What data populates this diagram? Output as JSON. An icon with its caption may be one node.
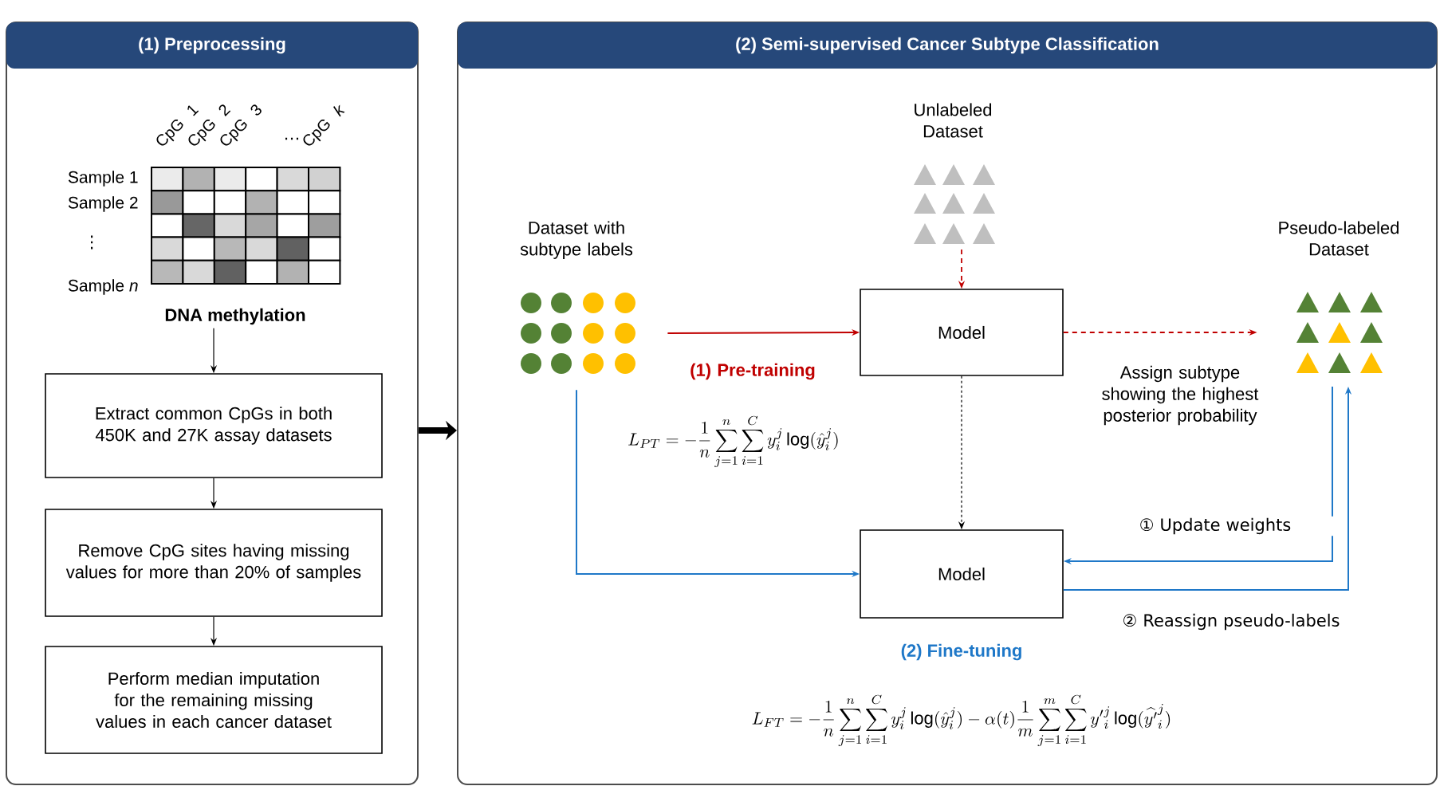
{
  "diagram": {
    "nodes": [
      {
        "text": [
          "(1) Preprocessing"
        ]
      },
      {
        "text": [
          "(2) Semi-supervised Cancer Subtype Classification"
        ]
      },
      {
        "text": [
          "DNA methylation"
        ],
        "in": 0
      },
      {
        "text": [
          "Extract common CpGs in both 450K and 27K assay datasets"
        ],
        "in": 0
      },
      {
        "text": [
          "Remove CpG sites having missing values for more than 20% of samples"
        ],
        "in": 0
      },
      {
        "text": [
          "Perform median imputation for the remaining missing values in each cancer dataset"
        ],
        "in": 0
      },
      {
        "text": [
          "Dataset with subtype labels"
        ],
        "in": 1
      },
      {
        "text": [
          "Unlabeled Dataset"
        ],
        "in": 1
      },
      {
        "text": [
          "Model"
        ],
        "in": 1
      },
      {
        "text": [
          "Pseudo-labeled Dataset"
        ],
        "in": 1
      },
      {
        "text": [
          "Model"
        ],
        "in": 1
      }
    ],
    "edges": [
      {
        "from": 2,
        "to": 3,
        "arrow": "to"
      },
      {
        "from": 3,
        "to": 4,
        "arrow": "to"
      },
      {
        "from": 4,
        "to": 5,
        "arrow": "to"
      },
      {
        "from": 0,
        "to": 1,
        "arrow": "to",
        "style": "thick"
      },
      {
        "from": 6,
        "to": 8,
        "arrow": "to",
        "label": "(1) Pre-training",
        "color": "#c00000"
      },
      {
        "from": 7,
        "to": 8,
        "arrow": "to",
        "style": "dashed",
        "color": "#c00000"
      },
      {
        "from": 8,
        "to": 9,
        "arrow": "to",
        "style": "dashed",
        "label": "Assign subtype showing the highest posterior probability",
        "color": "#c00000"
      },
      {
        "from": 8,
        "to": 10,
        "arrow": "to",
        "style": "dashed"
      },
      {
        "from": 6,
        "to": 10,
        "arrow": "to",
        "color": "#1f78c8"
      },
      {
        "from": 9,
        "to": 10,
        "arrow": "to",
        "label": "① Update weights",
        "color": "#1f78c8"
      },
      {
        "from": 10,
        "to": 9,
        "arrow": "to",
        "label": "② Reassign pseudo-labels",
        "color": "#1f78c8"
      }
    ],
    "labels": [
      "CpG 1",
      "CpG 2",
      "CpG 3",
      "…",
      "CpG *k*",
      "Sample 1",
      "Sample 2",
      "⋮",
      "Sample *n*",
      "(2) Fine-tuning",
      "L_{PT} = -\\frac{1}{n}\\sum_{j=1}^{n}\\sum_{i=1}^{C} y_i^j \\log(\\hat{y}_i^j)",
      "L_{FT} = -\\frac{1}{n}\\sum_{j=1}^{n}\\sum_{i=1}^{C} y_i^j \\log(\\hat{y}_i^j) - \\alpha(t)\\frac{1}{m}\\sum_{j=1}^{m}\\sum_{i=1}^{C} {y'}_i^j \\log(\\widehat{y'}_i^j)"
    ]
  }
}
